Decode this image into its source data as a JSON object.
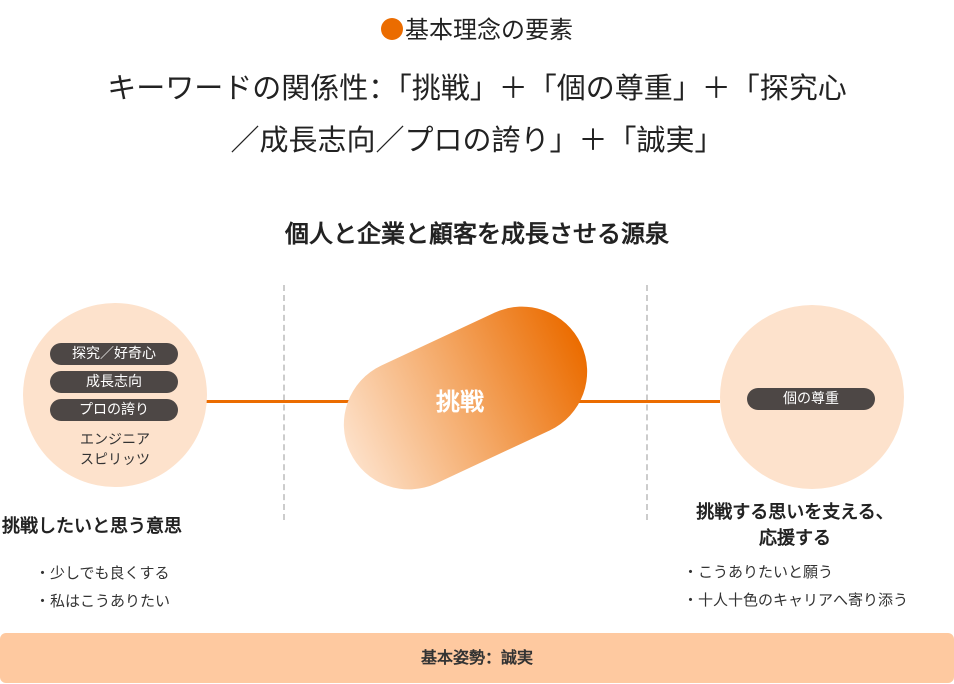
{
  "heading": "基本理念の要素",
  "title": {
    "line1": "キーワードの関係性：「挑戦」＋「個の尊重」＋「探究心",
    "line2": "／成長志向／プロの誇り」＋「誠実」"
  },
  "subtitle": "個人と企業と顧客を成長させる源泉",
  "left": {
    "tags": [
      "探究／好奇心",
      "成長志向",
      "プロの誇り"
    ],
    "caption_line1": "エンジニア",
    "caption_line2": "スピリッツ",
    "heading": "挑戦したいと思う意思",
    "bullets": [
      "・少しでも良くする",
      "・私はこうありたい"
    ]
  },
  "center": {
    "label": "挑戦"
  },
  "right": {
    "tag": "個の尊重",
    "heading_line1": "挑戦する思いを支える、",
    "heading_line2": "応援する",
    "bullets": [
      "・こうありたいと願う",
      "・十人十色のキャリアへ寄り添う"
    ]
  },
  "footer": "基本姿勢：誠実",
  "colors": {
    "accent": "#eb6c00",
    "circle": "#fde2cc",
    "tag": "#4d4745",
    "footer": "#fec9a0"
  }
}
